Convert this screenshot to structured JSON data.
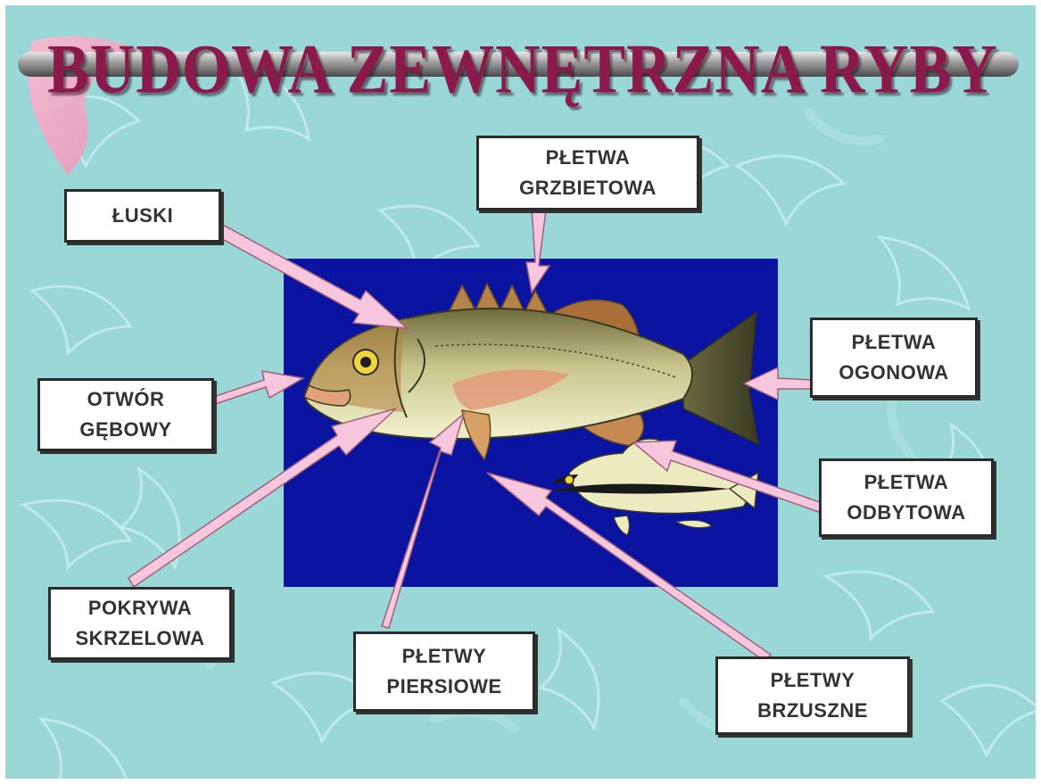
{
  "title": "BUDOWA ZEWNĘTRZNA RYBY",
  "colors": {
    "background": "#9ad8d8",
    "title": "#8b1a4a",
    "arrow": "#f5c6dc",
    "photo_background": "#0a14a0",
    "label_border": "#2b2b2b"
  },
  "image": {
    "subject": "fish-illustration"
  },
  "labels": {
    "luski": "ŁUSKI",
    "pletwa_grzbietowa": "PŁETWA\nGRZBIETOWA",
    "pletwa_ogonowa": "PŁETWA\nOGONOWA",
    "otwor_gebowy": "OTWÓR\nGĘBOWY",
    "pletwa_odbytowa": "PŁETWA\nODBYTOWA",
    "pokrywa_skrzelowa": "POKRYWA\nSKRZELOWA",
    "pletwy_piersiowe": "PŁETWY\nPIERSIOWE",
    "pletwy_brzuszne": "PŁETWY\nBRZUSZNE"
  }
}
